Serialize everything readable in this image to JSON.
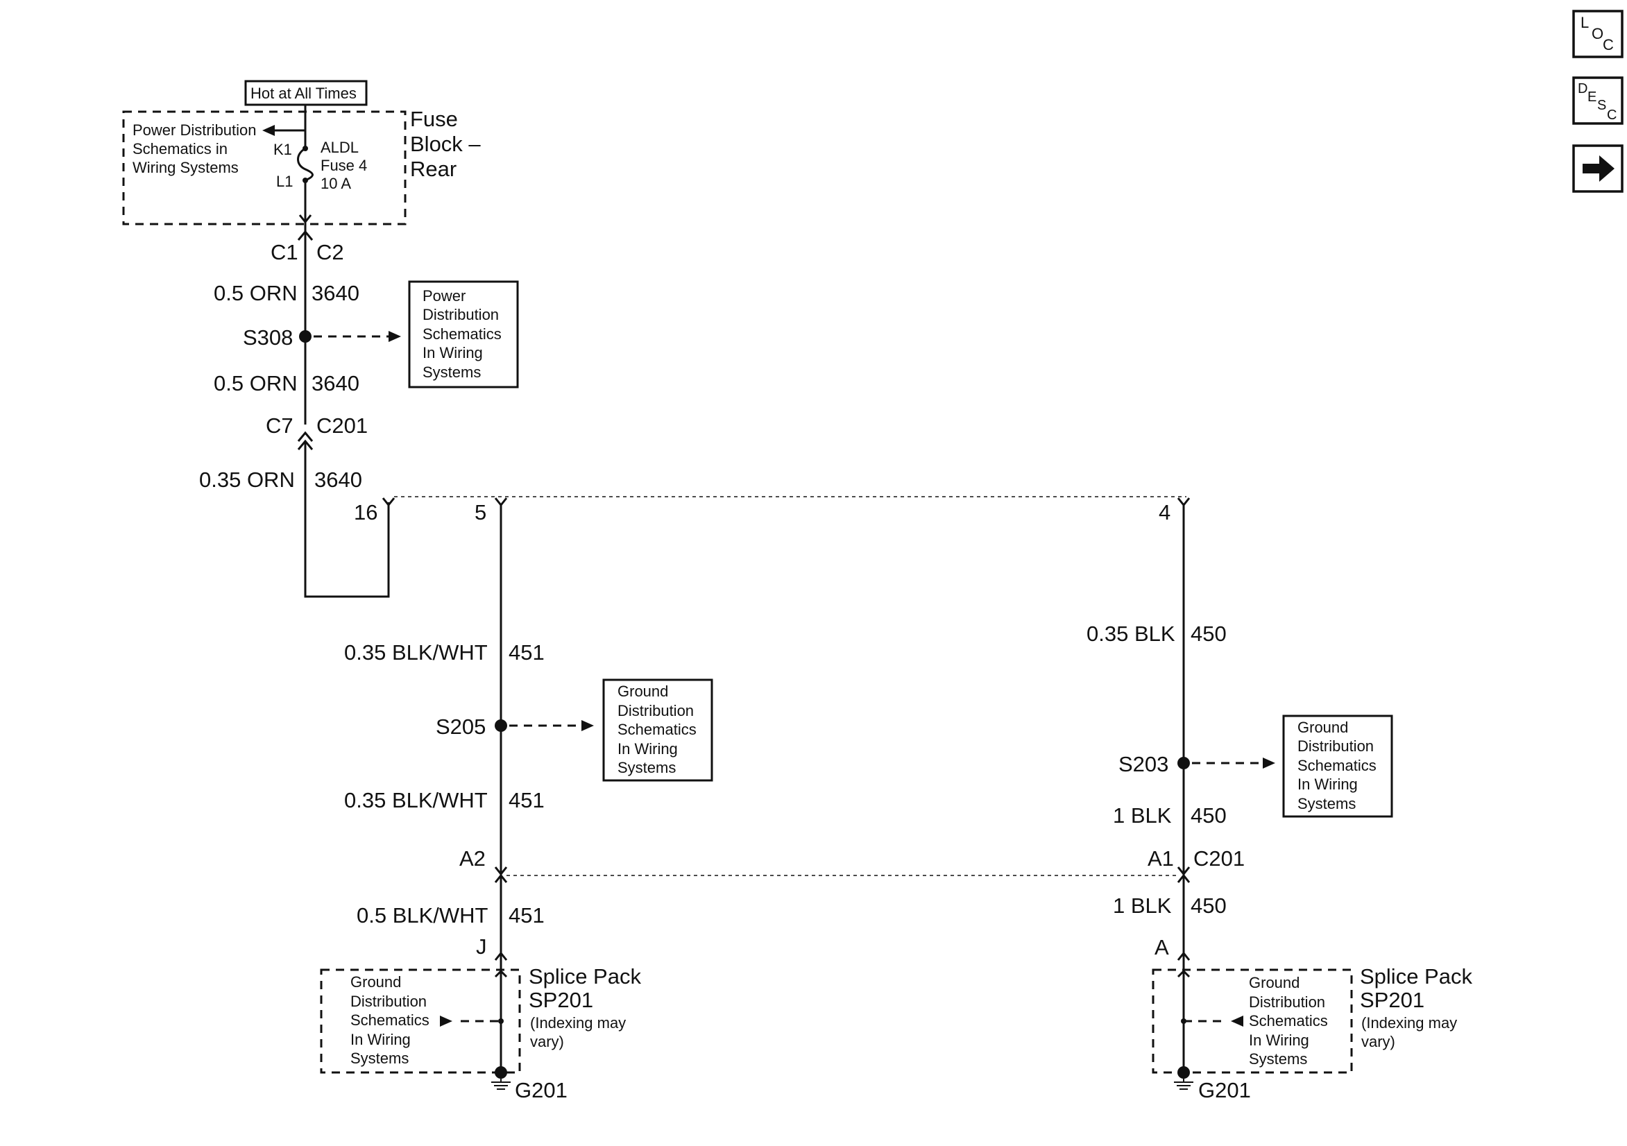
{
  "header": {
    "hot_label": "Hot at All Times"
  },
  "nav": {
    "loc": [
      "L",
      "O",
      "C"
    ],
    "desc": [
      "D",
      "E",
      "S",
      "C"
    ]
  },
  "fuse_block": {
    "title_lines": [
      "Fuse",
      "Block –",
      "Rear"
    ],
    "ref_lines": [
      "Power Distribution",
      "Schematics in",
      "Wiring Systems"
    ],
    "fuse_name_lines": [
      "ALDL",
      "Fuse 4",
      "10 A"
    ],
    "pin_in": "K1",
    "pin_out": "L1"
  },
  "connectors": {
    "c1": "C1",
    "c2": "C2",
    "c7": "C7",
    "c201_top": "C201",
    "pin16": "16",
    "pin5": "5",
    "pin4": "4",
    "a2": "A2",
    "a1": "A1",
    "c201_bottom": "C201",
    "j": "J",
    "a": "A"
  },
  "wires": {
    "w1": {
      "size": "0.5 ORN",
      "circuit": "3640"
    },
    "w2": {
      "size": "0.5 ORN",
      "circuit": "3640"
    },
    "w3": {
      "size": "0.35 ORN",
      "circuit": "3640"
    },
    "w4": {
      "size": "0.35 BLK/WHT",
      "circuit": "451"
    },
    "w5": {
      "size": "0.35 BLK/WHT",
      "circuit": "451"
    },
    "w6": {
      "size": "0.5 BLK/WHT",
      "circuit": "451"
    },
    "w7": {
      "size": "0.35 BLK",
      "circuit": "450"
    },
    "w8": {
      "size": "1 BLK",
      "circuit": "450"
    },
    "w9": {
      "size": "1 BLK",
      "circuit": "450"
    }
  },
  "splices": {
    "s308": "S308",
    "s205": "S205",
    "s203": "S203"
  },
  "refs": {
    "power": [
      "Power",
      "Distribution",
      "Schematics",
      "In Wiring",
      "Systems"
    ],
    "ground_s205": [
      "Ground",
      "Distribution",
      "Schematics",
      "In Wiring",
      "Systems"
    ],
    "ground_s203": [
      "Ground",
      "Distribution",
      "Schematics",
      "In Wiring",
      "Systems"
    ]
  },
  "splice_pack_left": {
    "title_lines": [
      "Splice Pack",
      "SP201"
    ],
    "note_lines": [
      "(Indexing may",
      "vary)"
    ],
    "ref_lines": [
      "Ground",
      "Distribution",
      "Schematics",
      "In Wiring",
      "Systems"
    ],
    "ground": "G201"
  },
  "splice_pack_right": {
    "title_lines": [
      "Splice Pack",
      "SP201"
    ],
    "note_lines": [
      "(Indexing may",
      "vary)"
    ],
    "ref_lines": [
      "Ground",
      "Distribution",
      "Schematics",
      "In Wiring",
      "Systems"
    ],
    "ground": "G201"
  }
}
